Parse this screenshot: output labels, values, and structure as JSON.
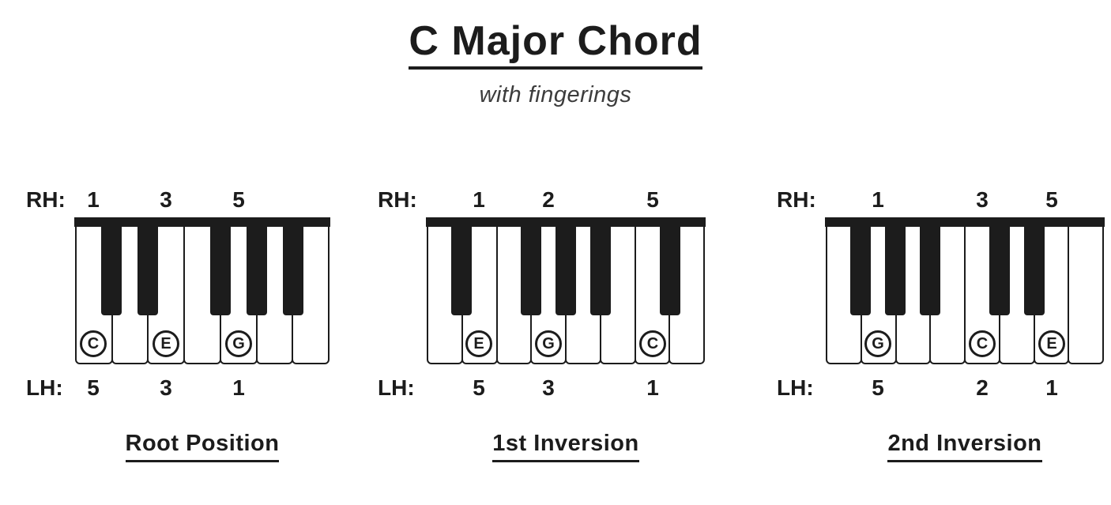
{
  "header": {
    "title": "C Major Chord",
    "subtitle": "with fingerings"
  },
  "colors": {
    "ink": "#1c1c1c",
    "background": "#ffffff",
    "subtitle_text": "#3c3c3c"
  },
  "diagrams": [
    {
      "caption": "Root Position",
      "rh_label": "RH:",
      "lh_label": "LH:",
      "white_key_count": 7,
      "black_key_positions": [
        1,
        2,
        4,
        5,
        6
      ],
      "notes": [
        {
          "key_index": 0,
          "note": "C",
          "rh": "1",
          "lh": "5"
        },
        {
          "key_index": 2,
          "note": "E",
          "rh": "3",
          "lh": "3"
        },
        {
          "key_index": 4,
          "note": "G",
          "rh": "5",
          "lh": "1"
        }
      ]
    },
    {
      "caption": "1st Inversion",
      "rh_label": "RH:",
      "lh_label": "LH:",
      "white_key_count": 8,
      "black_key_positions": [
        1,
        3,
        4,
        5,
        7
      ],
      "notes": [
        {
          "key_index": 1,
          "note": "E",
          "rh": "1",
          "lh": "5"
        },
        {
          "key_index": 3,
          "note": "G",
          "rh": "2",
          "lh": "3"
        },
        {
          "key_index": 6,
          "note": "C",
          "rh": "5",
          "lh": "1"
        }
      ]
    },
    {
      "caption": "2nd Inversion",
      "rh_label": "RH:",
      "lh_label": "LH:",
      "white_key_count": 8,
      "black_key_positions": [
        1,
        2,
        3,
        5,
        6
      ],
      "notes": [
        {
          "key_index": 1,
          "note": "G",
          "rh": "1",
          "lh": "5"
        },
        {
          "key_index": 4,
          "note": "C",
          "rh": "3",
          "lh": "2"
        },
        {
          "key_index": 6,
          "note": "E",
          "rh": "5",
          "lh": "1"
        }
      ]
    }
  ]
}
